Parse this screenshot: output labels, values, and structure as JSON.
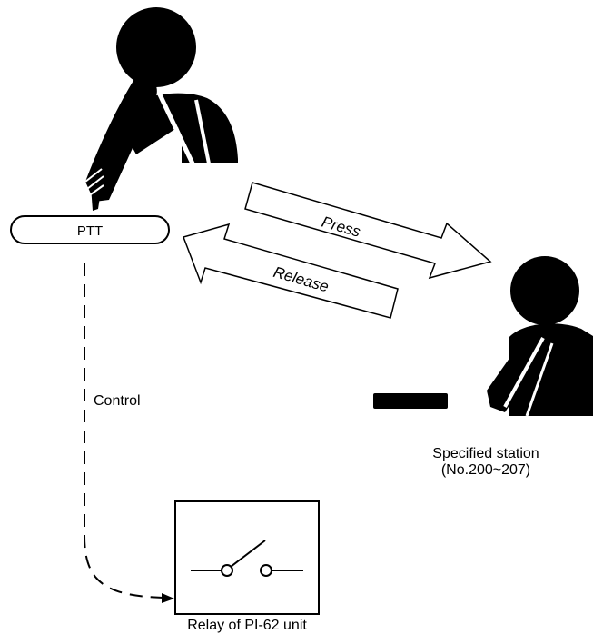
{
  "diagram": {
    "ptt_label": "PTT",
    "press_label": "Press",
    "release_label": "Release",
    "control_label": "Control",
    "station_label_line1": "Specified station",
    "station_label_line2": "(No.200~207)",
    "relay_label": "Relay of PI-62 unit"
  },
  "icons": {
    "operator": "person-pressing-icon",
    "station_person": "person-icon",
    "switch": "relay-switch-icon"
  },
  "colors": {
    "ink": "#000000",
    "background": "#ffffff"
  }
}
